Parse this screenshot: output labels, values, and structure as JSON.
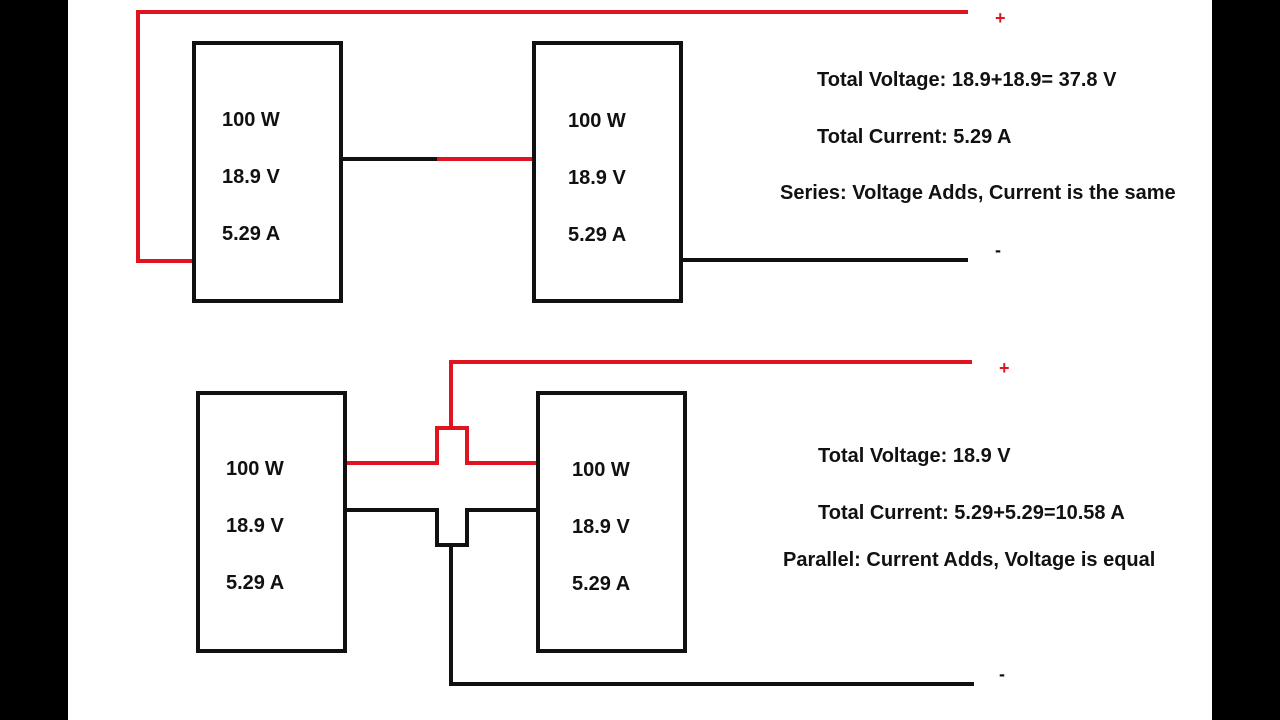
{
  "colors": {
    "positive_wire": "#e0141e",
    "negative_wire": "#111111",
    "panel_stroke": "#111111",
    "background": "#ffffff",
    "letterbox": "#000000"
  },
  "series": {
    "panel_left": {
      "watts": "100 W",
      "volts": "18.9 V",
      "amps": "5.29 A"
    },
    "panel_right": {
      "watts": "100 W",
      "volts": "18.9 V",
      "amps": "5.29 A"
    },
    "positive_label": "+",
    "negative_label": "-",
    "total_voltage": "Total Voltage:  18.9+18.9= 37.8 V",
    "total_current": "Total Current:  5.29 A",
    "rule": "Series: Voltage Adds, Current is the same"
  },
  "parallel": {
    "panel_left": {
      "watts": "100 W",
      "volts": "18.9 V",
      "amps": "5.29 A"
    },
    "panel_right": {
      "watts": "100 W",
      "volts": "18.9 V",
      "amps": "5.29 A"
    },
    "positive_label": "+",
    "negative_label": "-",
    "total_voltage": "Total Voltage: 18.9 V",
    "total_current": "Total Current:  5.29+5.29=10.58 A",
    "rule": "Parallel: Current Adds, Voltage is equal"
  }
}
